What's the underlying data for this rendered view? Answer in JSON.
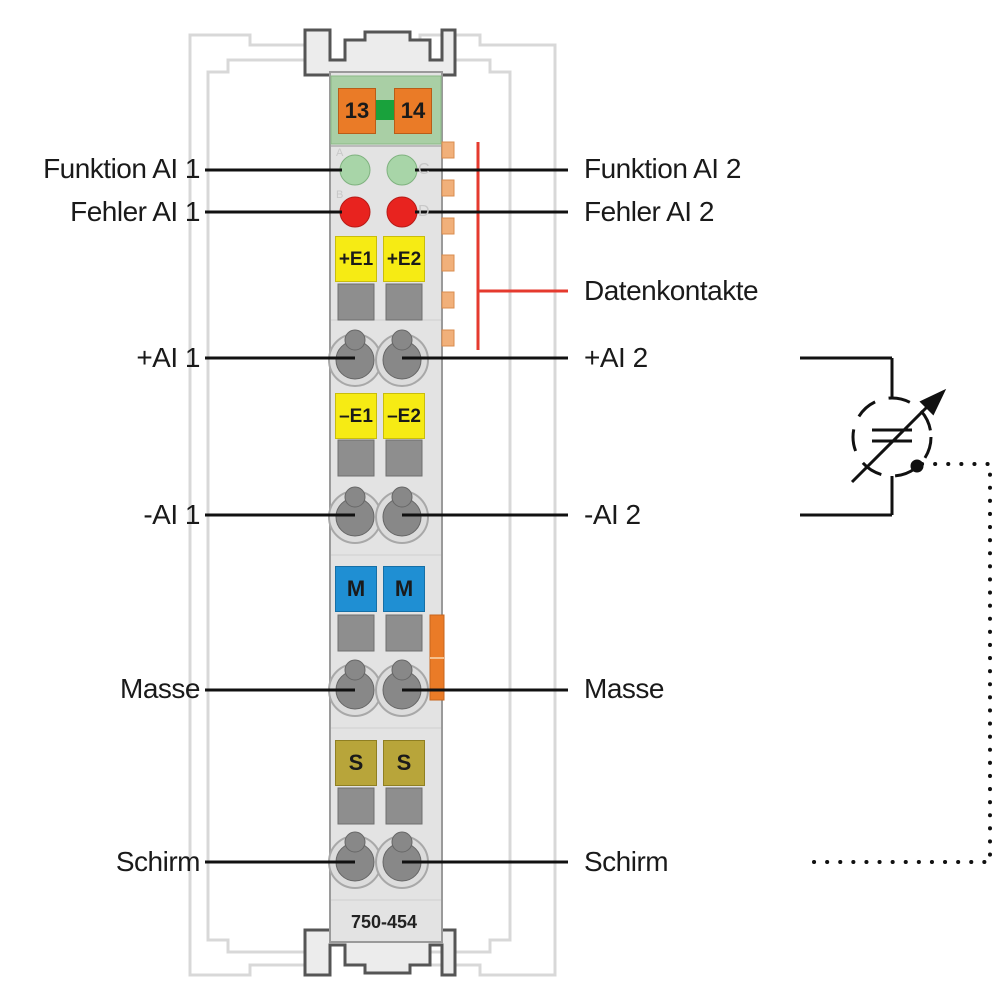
{
  "module": {
    "model_number": "750-454",
    "top_connectors": [
      "13",
      "14"
    ],
    "led_letters": [
      "A",
      "B",
      "C",
      "D"
    ],
    "terminal_tags": {
      "plus": [
        "+E1",
        "+E2"
      ],
      "minus": [
        "–E1",
        "–E2"
      ],
      "ground": [
        "M",
        "M"
      ],
      "shield": [
        "S",
        "S"
      ]
    }
  },
  "labels": {
    "left": {
      "funktion_ai1": "Funktion AI 1",
      "fehler_ai1": "Fehler AI 1",
      "plus_ai1": "+AI 1",
      "minus_ai1": "-AI 1",
      "masse": "Masse",
      "schirm": "Schirm"
    },
    "right": {
      "funktion_ai2": "Funktion AI 2",
      "fehler_ai2": "Fehler AI 2",
      "datenkontakte": "Datenkontakte",
      "plus_ai2": "+AI 2",
      "minus_ai2": "-AI 2",
      "masse": "Masse",
      "schirm": "Schirm"
    }
  },
  "colors": {
    "module_body": "#e3e3e3",
    "top_header": "#a9cfa5",
    "connector_orange": "#ea7b27",
    "led_green": "#a8d5a8",
    "led_red": "#e8231f",
    "tag_yellow": "#f6eb14",
    "tag_blue": "#1f8fd3",
    "tag_olive": "#b8a53a",
    "data_contact_line": "#e53a2e",
    "rail_outline": "#d8d8d8"
  }
}
